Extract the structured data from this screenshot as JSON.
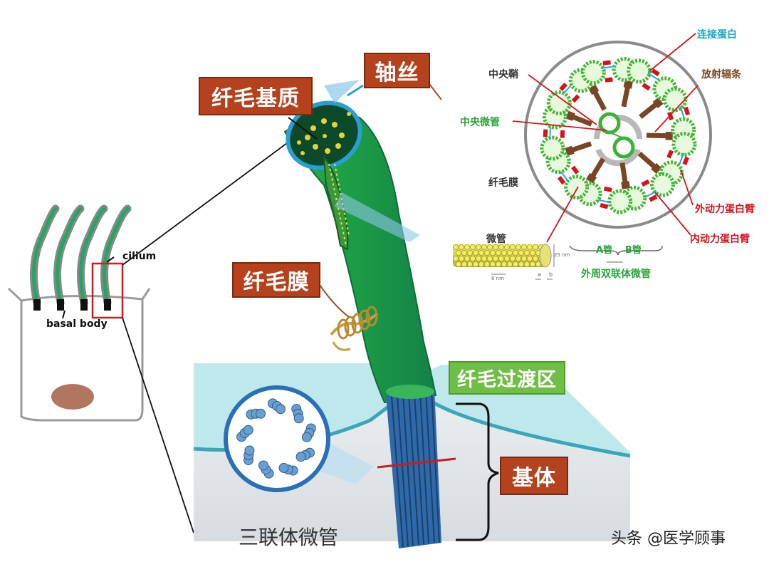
{
  "labels": {
    "cilium_matrix": "纤毛基质",
    "axoneme": "轴丝",
    "ciliary_membrane": "纤毛膜",
    "transition_zone": "纤毛过渡区",
    "basal_body_cn": "基体",
    "triplet_microtubule": "三联体微管",
    "cilium_en": "cilium",
    "basal_body_en": "basal body"
  },
  "cross_section": {
    "nexin": "连接蛋白",
    "central_sheath": "中央鞘",
    "radial_spoke": "放射辐条",
    "central_microtubule": "中央微管",
    "ciliary_membrane": "纤毛膜",
    "outer_dynein_arm": "外动力蛋白臂",
    "inner_dynein_arm": "内动力蛋白臂",
    "microtubule": "微管",
    "a_tubule": "A管",
    "b_tubule": "B管",
    "peripheral_doublet": "外周双联体微管",
    "dim_25nm": "25 nm",
    "dim_8nm": "8 nm",
    "dim_a": "a",
    "dim_b": "b"
  },
  "watermark": "头条 @医学顾事",
  "colors": {
    "cilium_green": "#1f9a4a",
    "label_brown": "#b5421c",
    "label_green": "#6fbe45",
    "tubule_green": "#46b53a",
    "arm_red": "#d4141c",
    "spoke_brown": "#7a4524",
    "basal_blue": "#2f5f9e",
    "cell_fill": "#bfe8ec"
  }
}
